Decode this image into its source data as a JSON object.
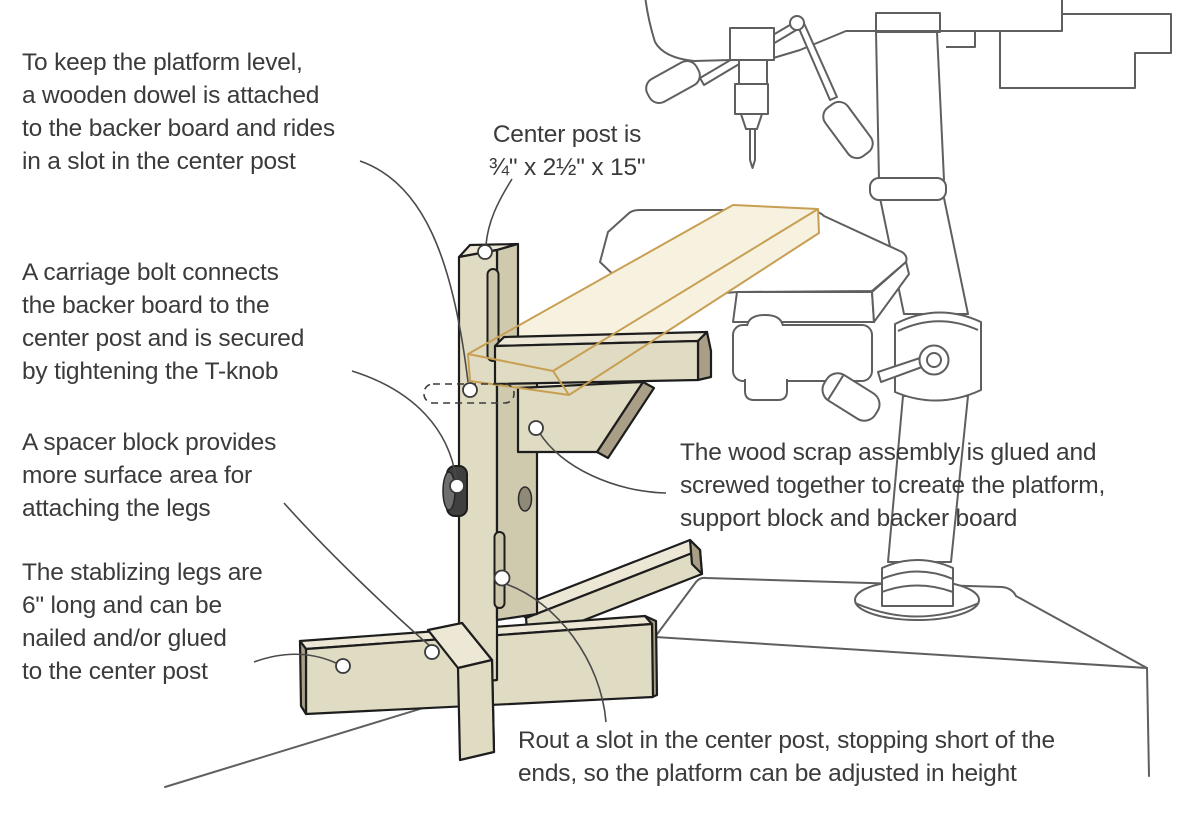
{
  "figure": {
    "type": "technical-illustration",
    "subject": "Shop-made adjustable drill press platform jig clamped to a drill press column",
    "annotations": [
      {
        "id": "dowel-note",
        "text": "To keep the platform level,\na wooden dowel is attached\nto the backer board and rides\nin a slot in the center post"
      },
      {
        "id": "center-post-size",
        "text": "Center post is\n¾\" x 2½\" x 15\""
      },
      {
        "id": "carriage-bolt",
        "text": "A carriage bolt connects\nthe backer board to the\ncenter post and is secured\nby tightening the T-knob"
      },
      {
        "id": "spacer-block",
        "text": "A spacer block provides\nmore surface area for\nattaching the legs"
      },
      {
        "id": "stabilizing-legs",
        "text": "The stablizing legs are\n6\" long and can be\nnailed and/or glued\nto the center post"
      },
      {
        "id": "wood-scrap",
        "text": "The wood scrap assembly is glued and\nscrewed together to create the platform,\nsupport block and backer board"
      },
      {
        "id": "rout-slot",
        "text": "Rout a slot in the center post, stopping short of the\nends, so the platform can be adjusted in height"
      }
    ]
  },
  "colors": {
    "text": "#3b3b3b",
    "leader": "#4a4a4a",
    "jig-line": "#1d1d1d",
    "dp-line": "#5f5f5f",
    "wood-front": "#e0dbc3",
    "wood-top": "#ece8d5",
    "wood-side": "#cfc9ae",
    "wood-dark": "#a89f86",
    "wood-slot": "#cbc5a9",
    "platform-fill": "#f6f2df",
    "tan": "#c89f52"
  }
}
